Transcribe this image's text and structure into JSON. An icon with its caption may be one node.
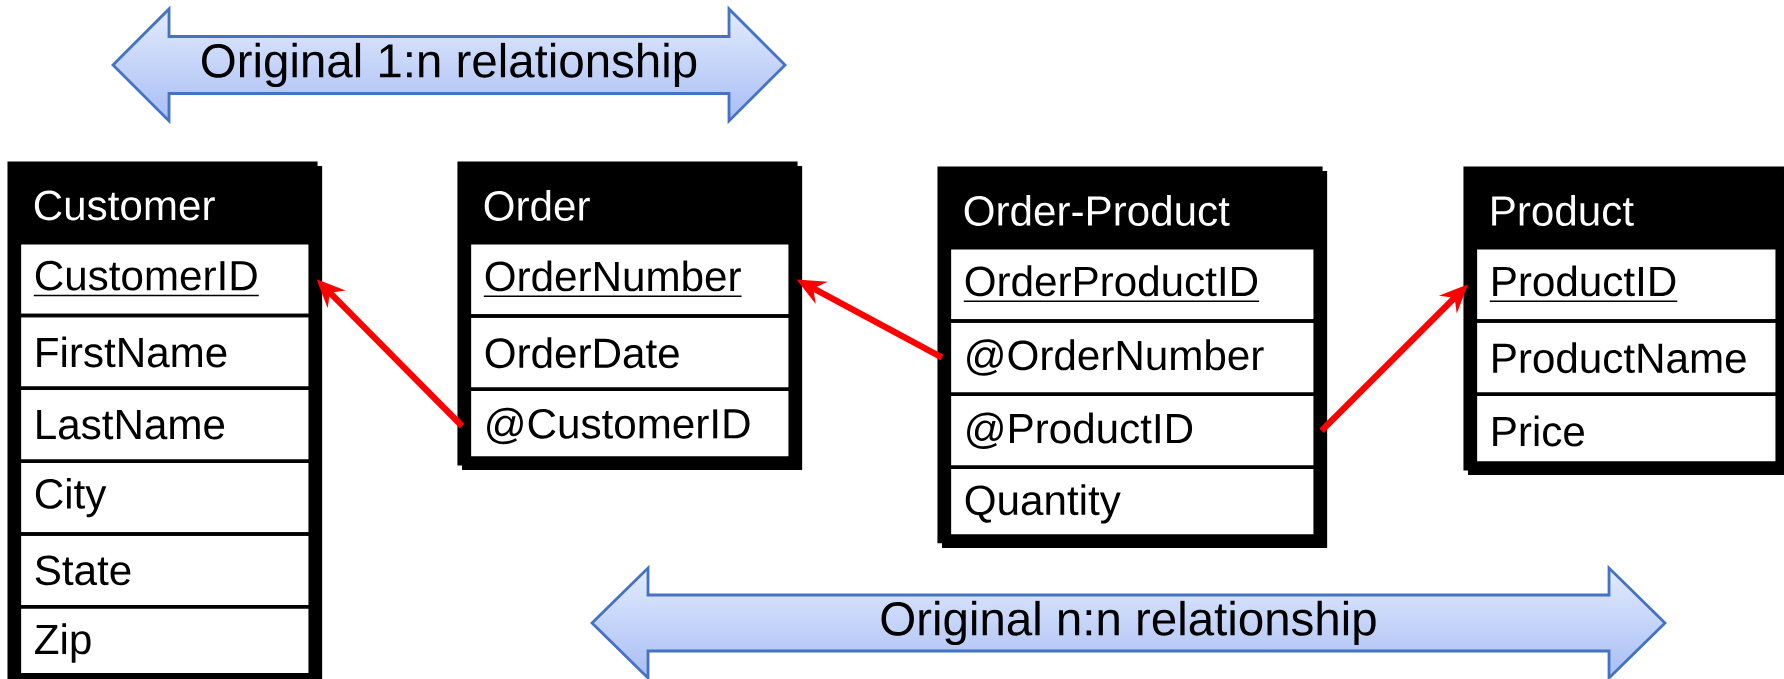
{
  "diagram": {
    "nodes": [
      {
        "text": [
          "Original 1:n relationship"
        ]
      },
      {
        "text": [
          "Customer"
        ]
      },
      {
        "text": [
          "CustomerID"
        ],
        "in": 1
      },
      {
        "text": [
          "FirstName"
        ],
        "in": 1
      },
      {
        "text": [
          "LastName"
        ],
        "in": 1
      },
      {
        "text": [
          "City"
        ],
        "in": 1
      },
      {
        "text": [
          "State"
        ],
        "in": 1
      },
      {
        "text": [
          "Zip"
        ],
        "in": 1
      },
      {
        "text": [
          "Order"
        ]
      },
      {
        "text": [
          "OrderNumber"
        ],
        "in": 8
      },
      {
        "text": [
          "OrderDate"
        ],
        "in": 8
      },
      {
        "text": [
          "@CustomerID"
        ],
        "in": 8
      },
      {
        "text": [
          "Order-Product"
        ]
      },
      {
        "text": [
          "OrderProductID"
        ],
        "in": 12
      },
      {
        "text": [
          "@OrderNumber"
        ],
        "in": 12
      },
      {
        "text": [
          "@ProductID"
        ],
        "in": 12
      },
      {
        "text": [
          "Quantity"
        ],
        "in": 12
      },
      {
        "text": [
          "Product"
        ]
      },
      {
        "text": [
          "ProductID"
        ],
        "in": 17
      },
      {
        "text": [
          "ProductName"
        ],
        "in": 17
      },
      {
        "text": [
          "Price"
        ],
        "in": 17
      },
      {
        "text": [
          "Original n:n relationship"
        ]
      }
    ],
    "edges": [
      {
        "from": 11,
        "to": 2,
        "arrow": "to"
      },
      {
        "from": 14,
        "to": 9,
        "arrow": "to"
      },
      {
        "from": 15,
        "to": 18,
        "arrow": "to"
      }
    ]
  }
}
